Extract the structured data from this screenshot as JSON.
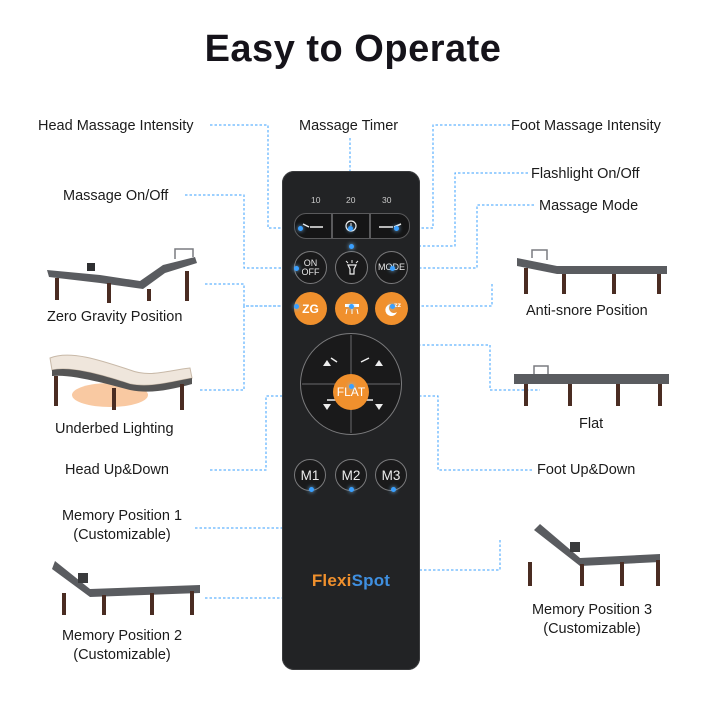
{
  "title": "Easy to Operate",
  "labels": {
    "head_massage_intensity": "Head Massage Intensity",
    "massage_timer": "Massage Timer",
    "foot_massage_intensity": "Foot Massage Intensity",
    "flashlight": "Flashlight On/Off",
    "massage_on_off": "Massage On/Off",
    "massage_mode": "Massage Mode",
    "zero_gravity": "Zero Gravity Position",
    "anti_snore": "Anti-snore Position",
    "underbed_lighting": "Underbed Lighting",
    "flat": "Flat",
    "head_up_down": "Head Up&Down",
    "foot_up_down": "Foot Up&Down",
    "memory1_line1": "Memory Position 1",
    "memory1_line2": "(Customizable)",
    "memory2_line1": "Memory Position 2",
    "memory2_line2": "(Customizable)",
    "memory3_line1": "Memory Position 3",
    "memory3_line2": "(Customizable)"
  },
  "remote": {
    "timer_ticks": [
      "10",
      "20",
      "30"
    ],
    "on_off_line1": "ON",
    "on_off_line2": "OFF",
    "mode": "MODE",
    "zero_gravity": "ZG",
    "flat": "FLAT",
    "m1": "M1",
    "m2": "M2",
    "m3": "M3",
    "brand_part1": "Flexi",
    "brand_part2": "Spot"
  },
  "colors": {
    "accent_orange": "#f0902d",
    "brand_blue": "#3f8fe0",
    "leader_line": "#3aa0ff",
    "remote_body": "#222325"
  },
  "icons": [
    "head-massage-icon",
    "timer-icon",
    "foot-massage-icon",
    "flashlight-icon",
    "underbed-light-icon",
    "moon-zz-icon",
    "head-up-icon",
    "head-down-icon",
    "foot-up-icon",
    "foot-down-icon"
  ]
}
